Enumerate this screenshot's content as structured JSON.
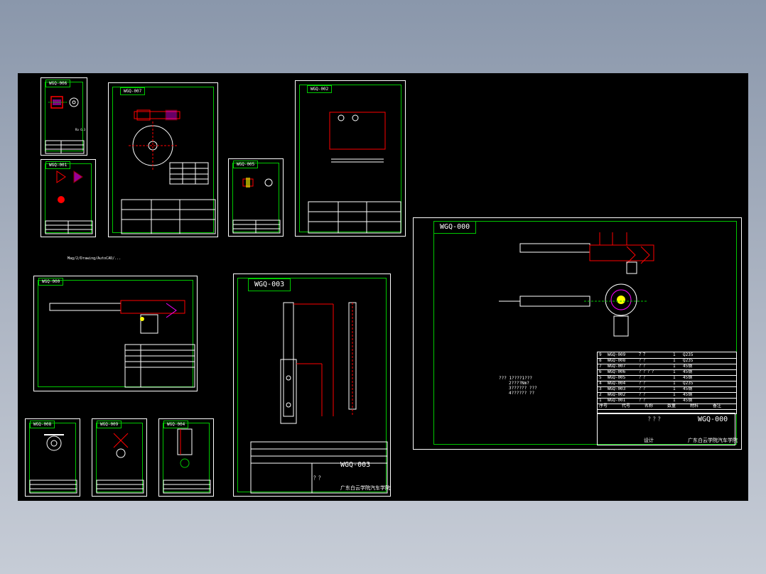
{
  "sheets": {
    "main_assembly": {
      "tag": "WGQ-000",
      "title_code": "WGQ-000",
      "title_name": "？？？",
      "company": "广东白云学院汽车学院",
      "drawn": "设计"
    },
    "part_003": {
      "tag": "WGQ-003",
      "title_code": "WGQ-003",
      "title_name": "？？",
      "company": "广东白云学院汽车学院"
    },
    "part_007": {
      "tag": "WGQ-007"
    },
    "part_005": {
      "tag": "WGQ-005"
    },
    "sub_assembly": {
      "tag": "WGQ-000"
    },
    "small_a": {
      "tag": "WGQ-006"
    },
    "small_b": {
      "tag": "WGQ-001"
    },
    "small_c": {
      "tag": "WGQ-002"
    },
    "small_d": {
      "tag": "WGQ-008"
    },
    "small_e": {
      "tag": "WGQ-009"
    },
    "small_f": {
      "tag": "WGQ-004"
    }
  },
  "bom": [
    {
      "no": "9",
      "code": "WGQ-009",
      "name": "？？",
      "qty": "1",
      "mat": "Q235"
    },
    {
      "no": "8",
      "code": "WGQ-008",
      "name": "？？",
      "qty": "1",
      "mat": "Q235"
    },
    {
      "no": "7",
      "code": "WGQ-007",
      "name": "？？",
      "qty": "1",
      "mat": "45钢"
    },
    {
      "no": "6",
      "code": "WGQ-006",
      "name": "？？？？",
      "qty": "1",
      "mat": "45钢"
    },
    {
      "no": "5",
      "code": "WGQ-005",
      "name": "？？",
      "qty": "1",
      "mat": "45钢"
    },
    {
      "no": "4",
      "code": "WGQ-004",
      "name": "？？",
      "qty": "1",
      "mat": "Q235"
    },
    {
      "no": "3",
      "code": "WGQ-003",
      "name": "？？",
      "qty": "1",
      "mat": "45钢"
    },
    {
      "no": "2",
      "code": "WGQ-002",
      "name": "？？",
      "qty": "1",
      "mat": "45钢"
    },
    {
      "no": "1",
      "code": "WGQ-001",
      "name": "？？",
      "qty": "1",
      "mat": "45钢"
    }
  ],
  "bom_header": [
    "序号",
    "代号",
    "名称",
    "数量",
    "材料",
    "备注"
  ],
  "notes": [
    "??? 1????1???",
    "2????Nm?",
    "3?????? ???",
    "4?????? ??"
  ],
  "status_line": "Mag/2/Drawing/AutoCAD/...",
  "colors": {
    "bg": "#000000",
    "frame": "#00c800",
    "border": "#ffffff",
    "dim": "#ff0000",
    "accent": "#ff00ff",
    "yellow": "#ffff00"
  }
}
